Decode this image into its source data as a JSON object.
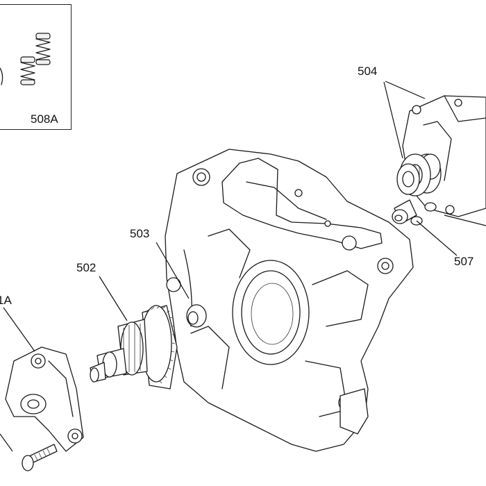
{
  "callouts": {
    "part_504": "504",
    "part_503": "503",
    "part_502": "502",
    "part_507": "507",
    "part_508a": "508A",
    "part_left_partial": "1A"
  }
}
